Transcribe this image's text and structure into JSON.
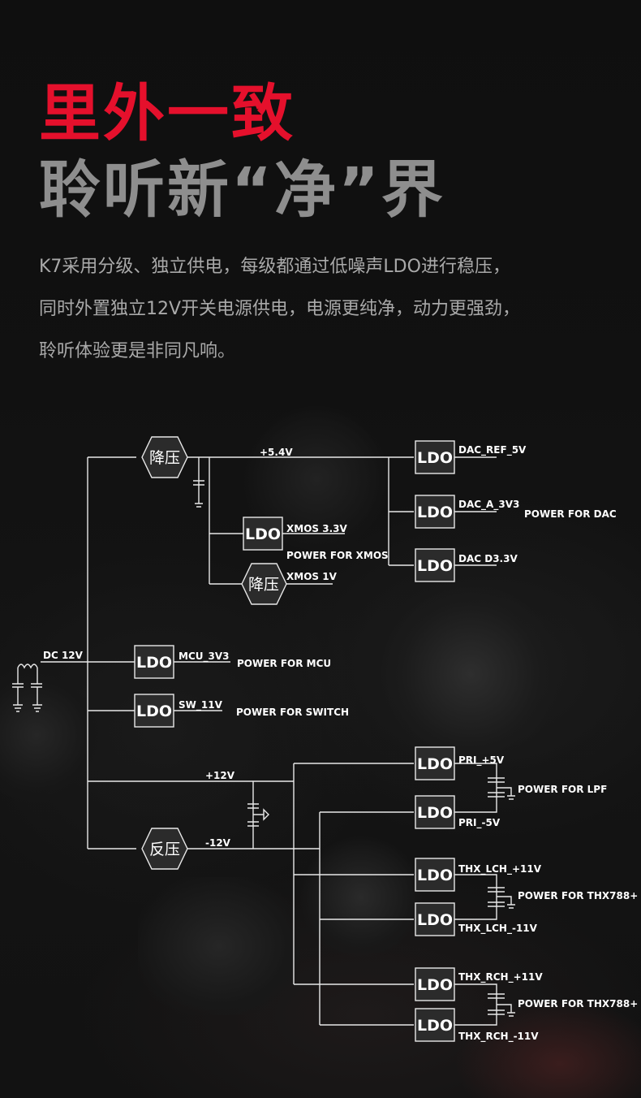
{
  "headline": {
    "line1": "里外一致",
    "line2": "聆听新“净”界"
  },
  "description": [
    "K7采用分级、独立供电，每级都通过低噪声LDO进行稳压，",
    "同时外置独立12V开关电源供电，电源更纯净，动力更强劲，",
    "聆听体验更是非同凡响。"
  ],
  "diagram": {
    "blocks": {
      "ldo": "LDO",
      "buck": "降压",
      "inverter": "反压"
    },
    "nets": {
      "dc_in": "DC 12V",
      "v5_4": "+5.4V",
      "dac_ref": "DAC_REF_5V",
      "dac_a": "DAC_A_3V3",
      "dac_d": "DAC D3.3V",
      "xmos33": "XMOS 3.3V",
      "xmos1v": "XMOS 1V",
      "mcu": "MCU_3V3",
      "sw": "SW_11V",
      "p12": "+12V",
      "m12": "-12V",
      "pri_p": "PRI_+5V",
      "pri_n": "PRI_-5V",
      "thx_lch_p": "THX_LCH_+11V",
      "thx_lch_n": "THX_LCH_-11V",
      "thx_rch_p": "THX_RCH_+11V",
      "thx_rch_n": "THX_RCH_-11V"
    },
    "notes": {
      "dac": "POWER FOR DAC",
      "xmos": "POWER FOR XMOS",
      "mcu": "POWER FOR MCU",
      "switch": "POWER FOR SWITCH",
      "lpf": "POWER FOR LPF",
      "thx1": "POWER FOR THX788+",
      "thx2": "POWER FOR THX788+"
    },
    "colors": {
      "wire": "#e8e8e8",
      "box_fill": "#2b2b2b",
      "headline_red": "#e5102c",
      "headline_grey": "#8e8e8e"
    }
  }
}
